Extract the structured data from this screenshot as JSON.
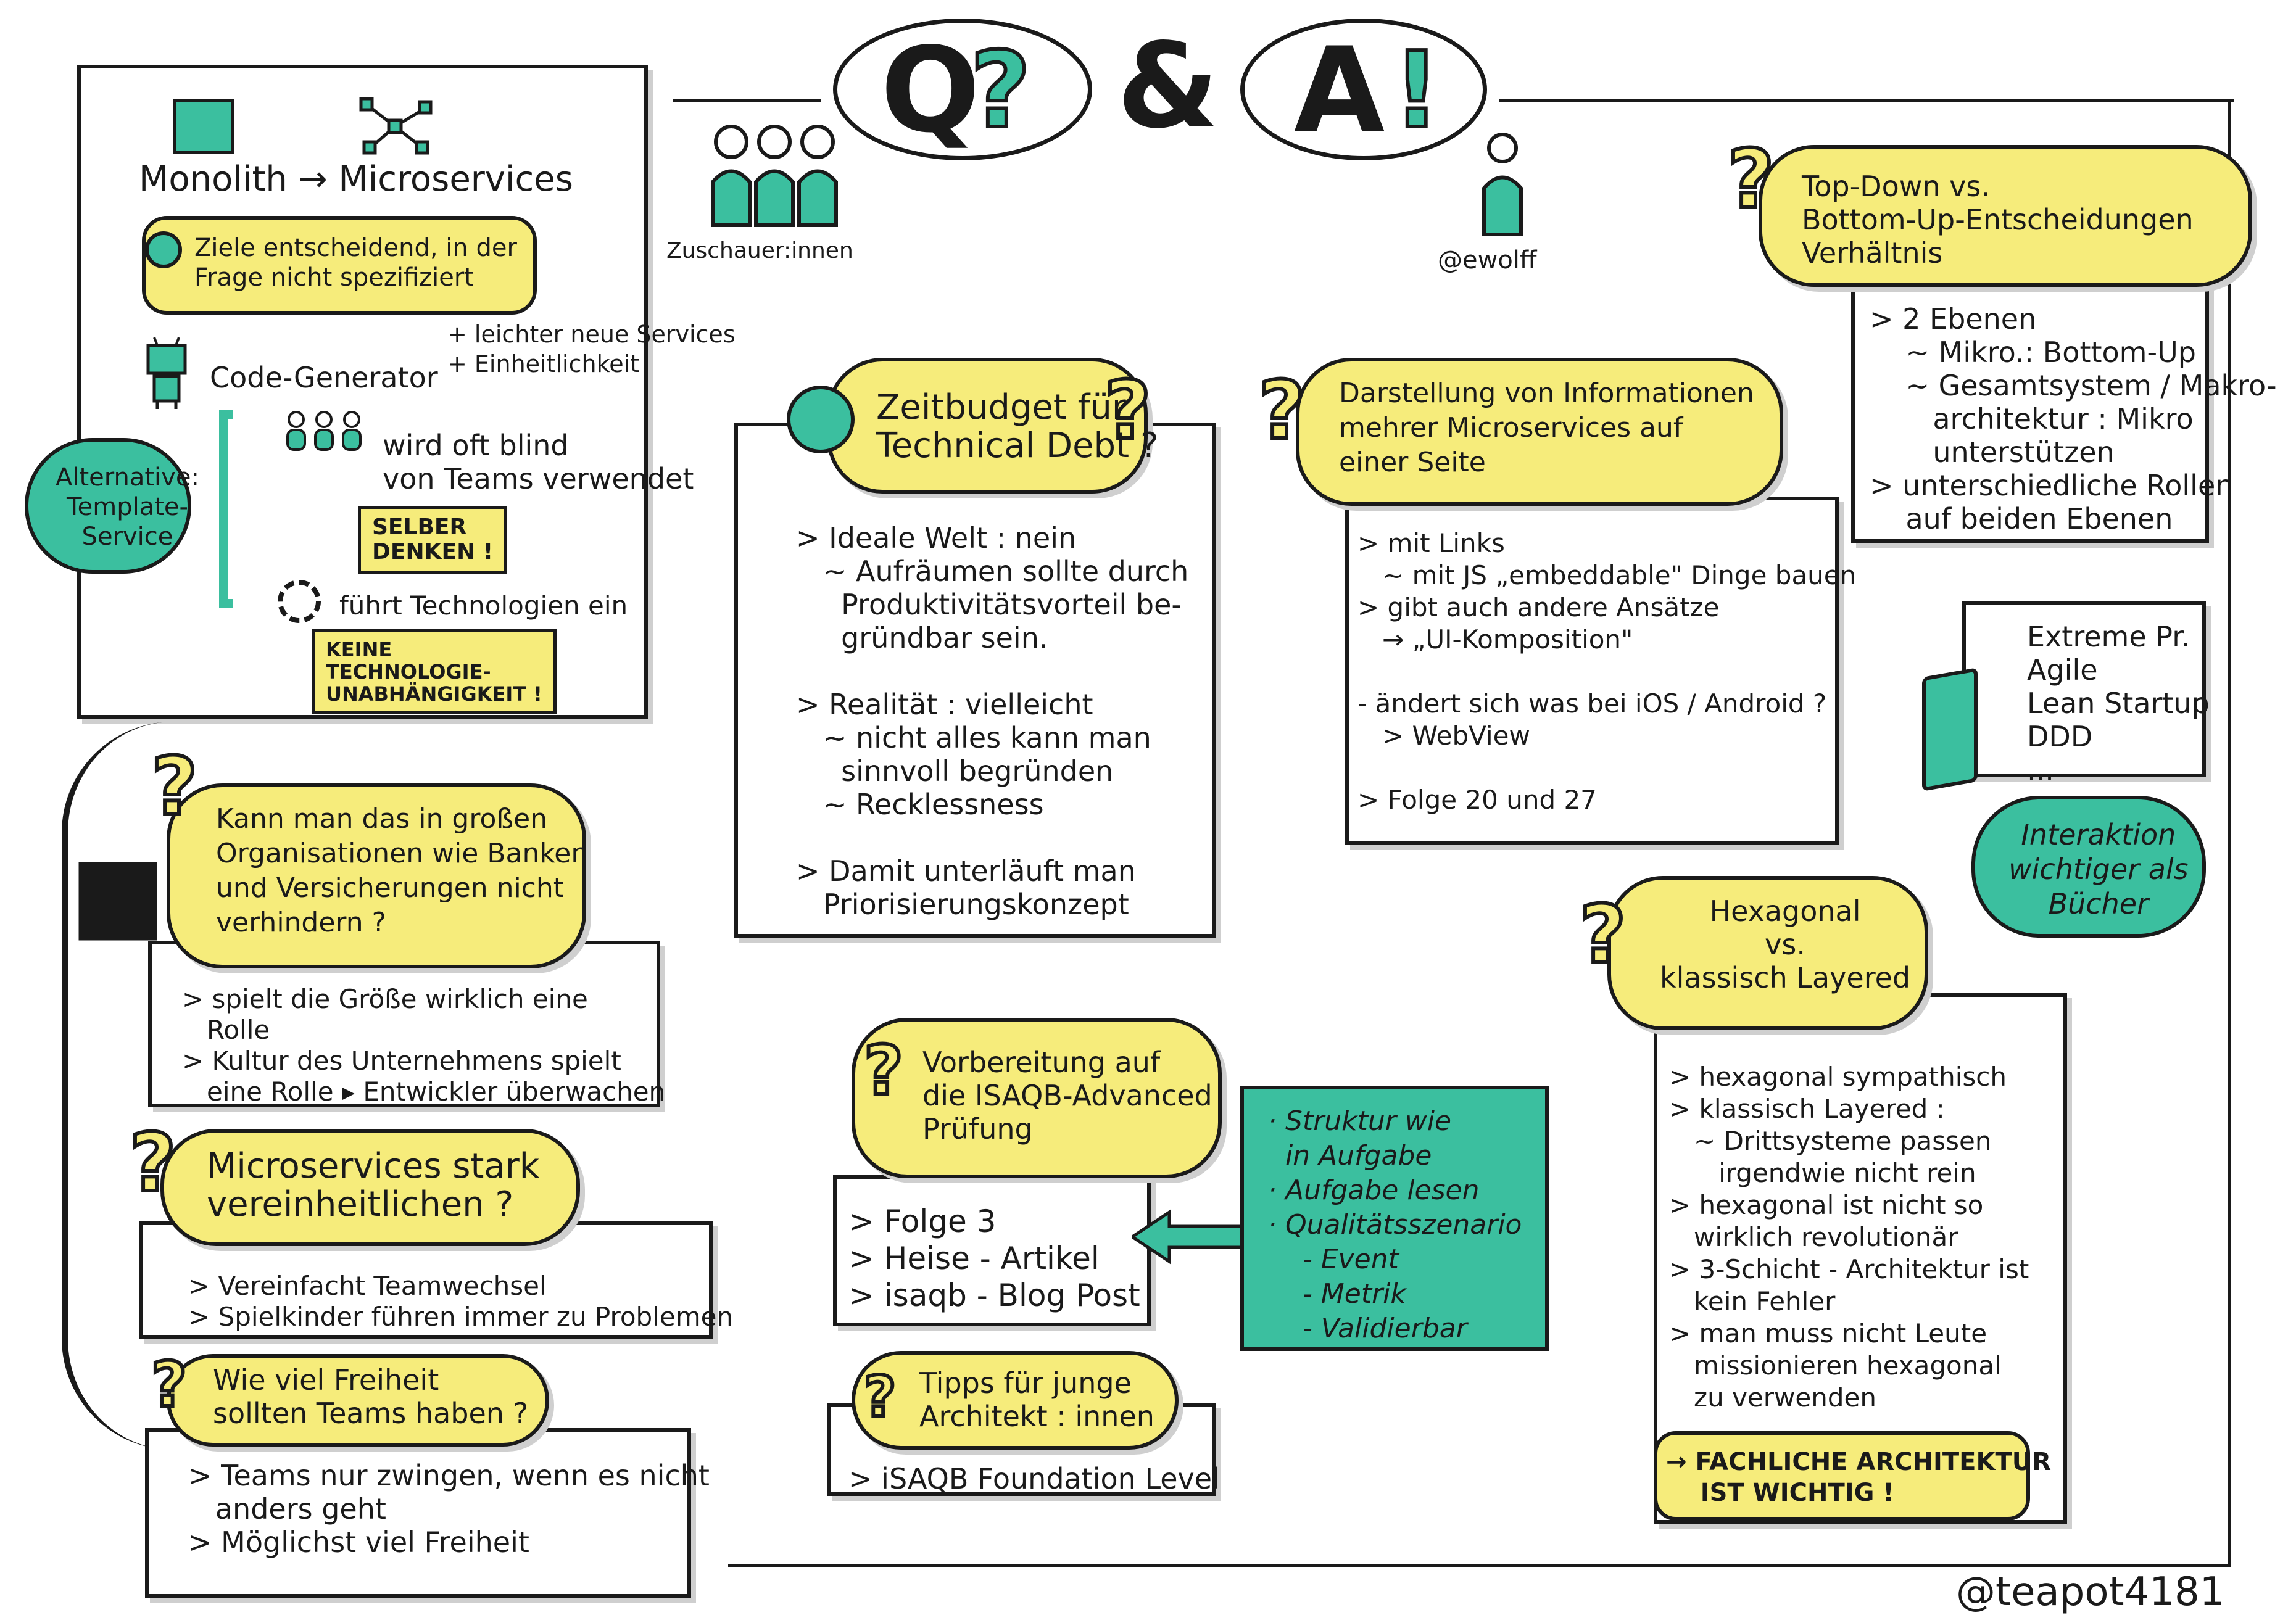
{
  "header": {
    "q": "Q",
    "qmark": "?",
    "amp": "&",
    "a": "A",
    "excl": "!"
  },
  "audience": {
    "label": "Zuschauer:innen"
  },
  "speaker": {
    "handle": "@ewolff"
  },
  "author": {
    "handle": "@teapot4181"
  },
  "colors": {
    "accent": "#3bbf9f",
    "bubble": "#f6ec7b",
    "ink": "#1a1a1a"
  },
  "monolith": {
    "title": "Monolith → Microservices",
    "goal": "Ziele entscheidend, in der\nFrage nicht spezifiziert",
    "codegen": "Code-Generator",
    "pros": "+ leichter neue Services\n+ Einheitlichkeit",
    "blind": "wird oft blind\nvon Teams verwendet",
    "think": "SELBER\nDENKEN !",
    "tech": "führt Technologien ein",
    "indep": "KEINE\nTECHNOLOGIE-\nUNABHÄNGIGKEIT !",
    "alt": "Alternative:\nTemplate-\nService"
  },
  "banks": {
    "question": "Kann man das in großen\nOrganisationen wie Banken\nund Versicherungen nicht\nverhindern ?",
    "answer": "> spielt die Größe wirklich eine\n   Rolle\n> Kultur des Unternehmens spielt\n   eine Rolle ▸ Entwickler überwachen"
  },
  "unify": {
    "question": "Microservices stark\nvereinheitlichen ?",
    "answer": "> Vereinfacht Teamwechsel\n> Spielkinder führen immer zu Problemen"
  },
  "freedom": {
    "question": "Wie viel Freiheit\nsollten Teams haben ?",
    "answer": "> Teams nur zwingen, wenn es nicht\n   anders geht\n> Möglichst viel Freiheit"
  },
  "techdebt": {
    "question": "Zeitbudget für\nTechnical Debt ?",
    "answer": "> Ideale Welt : nein\n   ~ Aufräumen sollte durch\n     Produktivitätsvorteil be-\n     gründbar sein.\n\n> Realität : vielleicht\n   ~ nicht alles kann man\n     sinnvoll begründen\n   ~ Recklessness\n\n> Damit unterläuft man\n   Priorisierungskonzept"
  },
  "display": {
    "question": "Darstellung von Informationen\nmehrer Microservices auf\neiner Seite",
    "answer": "> mit Links\n   ~ mit JS „embeddable\" Dinge bauen\n> gibt auch andere Ansätze\n   → „UI-Komposition\"\n\n- ändert sich was bei iOS / Android ?\n   > WebView\n\n> Folge 20 und 27"
  },
  "topdown": {
    "question": "Top-Down vs.\nBottom-Up-Entscheidungen\nVerhältnis",
    "answer": "> 2 Ebenen\n    ~ Mikro.: Bottom-Up\n    ~ Gesamtsystem / Makro-\n       architektur : Mikro\n       unterstützen\n> unterschiedliche Rollen\n    auf beiden Ebenen"
  },
  "books": {
    "list": "Extreme Pr.\nAgile\nLean Startup\nDDD\n...",
    "note": "Interaktion\nwichtiger als\nBücher"
  },
  "isaqb": {
    "question": "Vorbereitung auf\ndie ISAQB-Advanced\nPrüfung",
    "answer": "> Folge 3\n> Heise - Artikel\n> isaqb - Blog Post",
    "tips": "· Struktur wie\n  in Aufgabe\n· Aufgabe lesen\n· Qualitätsszenario\n    - Event\n    - Metrik\n    - Validierbar"
  },
  "junior": {
    "question": "Tipps für junge\nArchitekt : innen",
    "answer": "> iSAQB Foundation Level"
  },
  "hexagonal": {
    "question": "Hexagonal\nvs.\nklassisch Layered",
    "answer": "> hexagonal sympathisch\n> klassisch Layered :\n   ~ Drittsysteme passen\n      irgendwie nicht rein\n> hexagonal ist nicht so\n   wirklich revolutionär\n> 3-Schicht - Architektur ist\n   kein Fehler\n> man muss nicht Leute\n   missionieren hexagonal\n   zu verwenden",
    "conclusion": "→ FACHLICHE ARCHITEKTUR\n    IST WICHTIG !"
  }
}
